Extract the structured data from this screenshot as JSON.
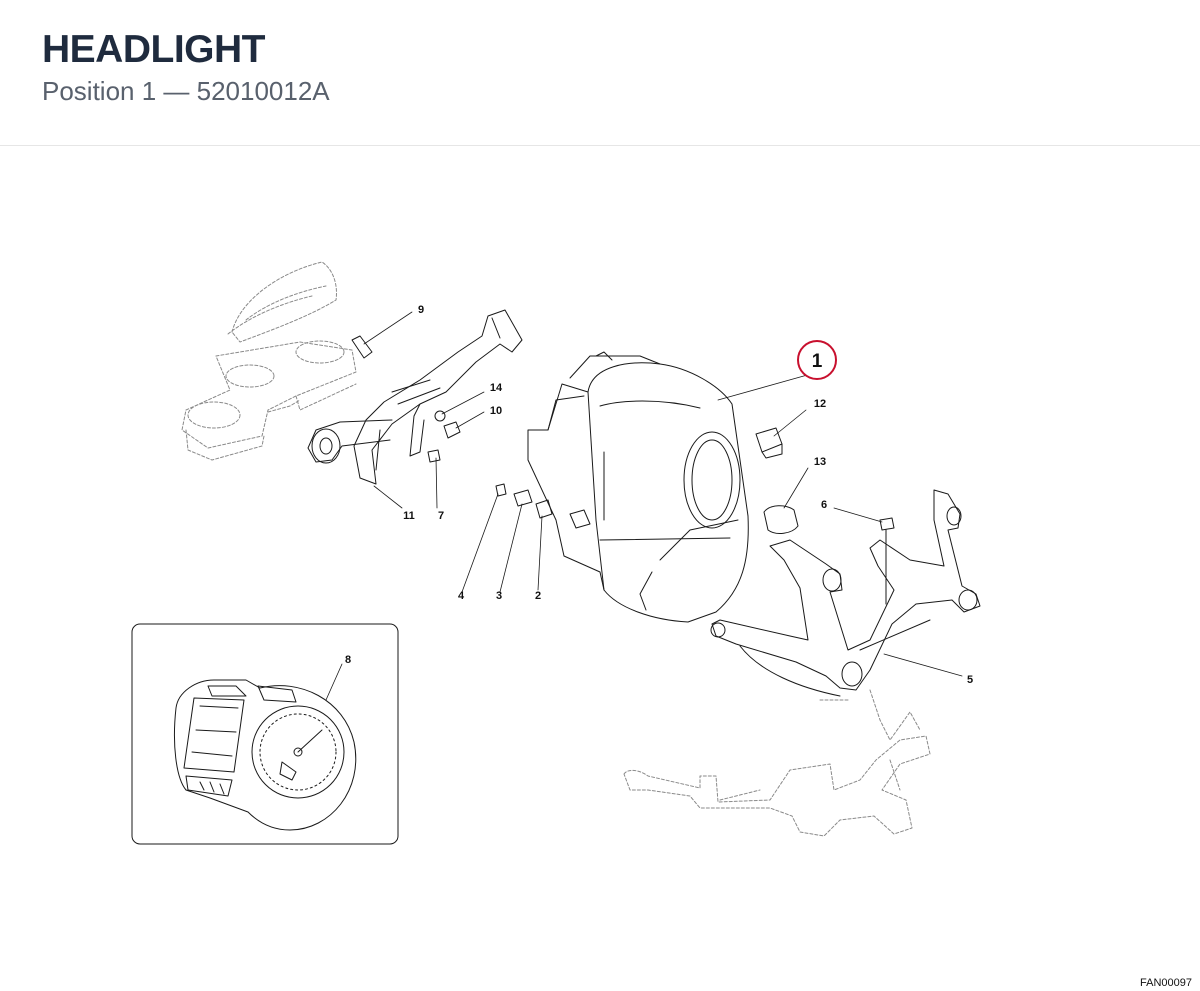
{
  "header": {
    "title": "HEADLIGHT",
    "subtitle": "Position 1 — 52010012A"
  },
  "diagram": {
    "drawing_code": "FAN00097",
    "highlight_color": "#c8102e",
    "callouts": [
      {
        "id": "c1",
        "label": "1",
        "highlighted": true
      },
      {
        "id": "c2",
        "label": "2"
      },
      {
        "id": "c3",
        "label": "3"
      },
      {
        "id": "c4",
        "label": "4"
      },
      {
        "id": "c5",
        "label": "5"
      },
      {
        "id": "c6",
        "label": "6"
      },
      {
        "id": "c7",
        "label": "7"
      },
      {
        "id": "c8",
        "label": "8"
      },
      {
        "id": "c9",
        "label": "9"
      },
      {
        "id": "c10",
        "label": "10"
      },
      {
        "id": "c11",
        "label": "11"
      },
      {
        "id": "c12",
        "label": "12"
      },
      {
        "id": "c13",
        "label": "13"
      },
      {
        "id": "c14",
        "label": "14"
      }
    ]
  }
}
